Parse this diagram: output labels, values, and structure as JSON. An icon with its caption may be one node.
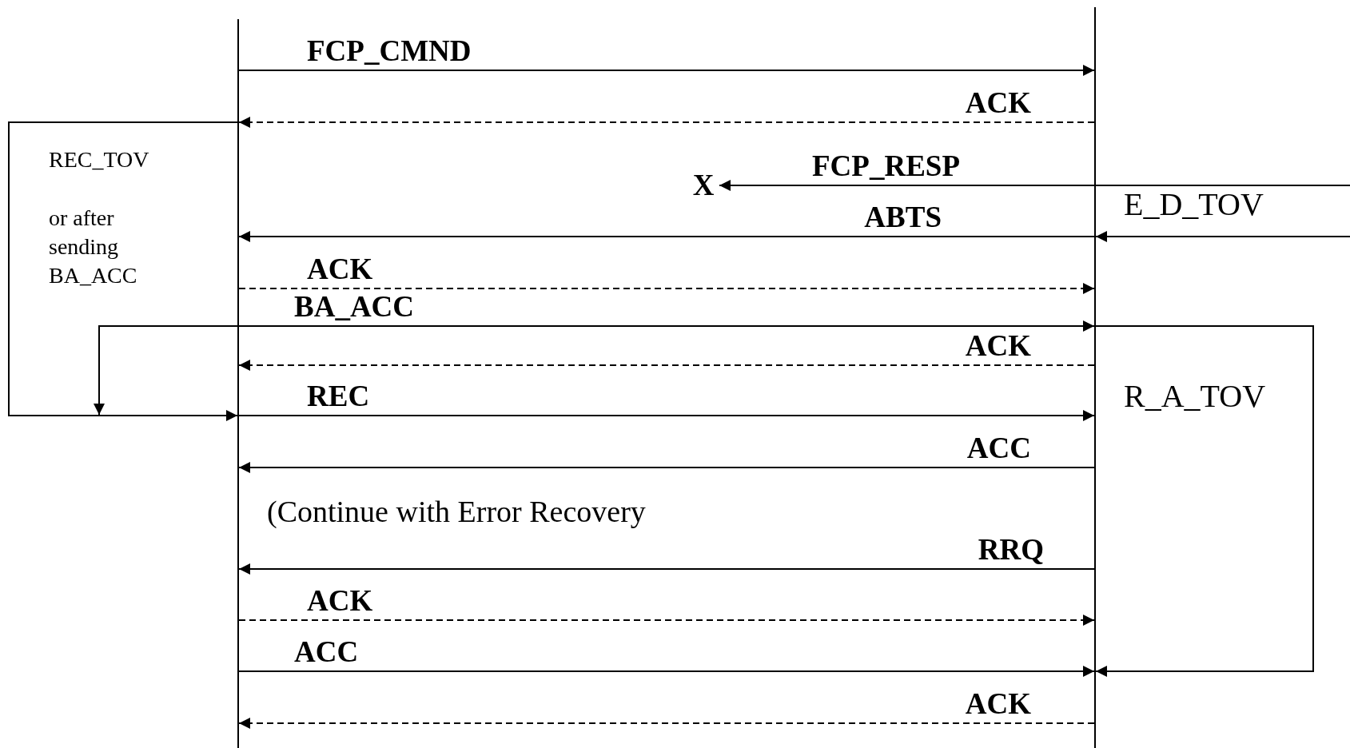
{
  "diagram": {
    "nodes": [
      {
        "text": [],
        "shape": "bar"
      },
      {
        "text": [],
        "shape": "bar"
      },
      {
        "text": [
          "X"
        ]
      }
    ],
    "edges": [
      {
        "from": 0,
        "to": 1,
        "arrow": "to",
        "label": "FCP_CMND"
      },
      {
        "from": 1,
        "to": 0,
        "arrow": "to",
        "label": "ACK",
        "style": "dashed"
      },
      {
        "from": 1,
        "to": 2,
        "arrow": "to",
        "label": "FCP_RESP"
      },
      {
        "from": 1,
        "to": 0,
        "arrow": "to",
        "label": "ABTS"
      },
      {
        "from": 0,
        "to": 1,
        "arrow": "to",
        "label": "ACK",
        "style": "dashed"
      },
      {
        "from": 0,
        "to": 1,
        "arrow": "to",
        "label": "BA_ACC"
      },
      {
        "from": 1,
        "to": 0,
        "arrow": "to",
        "label": "ACK",
        "style": "dashed"
      },
      {
        "from": 0,
        "to": 1,
        "arrow": "to",
        "label": "REC"
      },
      {
        "from": 1,
        "to": 0,
        "arrow": "to",
        "label": "ACC"
      },
      {
        "from": 1,
        "to": 0,
        "arrow": "to",
        "label": "RRQ"
      },
      {
        "from": 0,
        "to": 1,
        "arrow": "to",
        "label": "ACK",
        "style": "dashed"
      },
      {
        "from": 0,
        "to": 1,
        "arrow": "to",
        "label": "ACC"
      },
      {
        "from": 1,
        "to": 0,
        "arrow": "to",
        "label": "ACK",
        "style": "dashed"
      },
      {
        "from": 0,
        "to": 0,
        "arrow": "to"
      },
      {
        "from": null,
        "to": 1,
        "arrow": "to"
      },
      {
        "from": 1,
        "to": 1,
        "arrow": "to"
      }
    ],
    "labels": [
      "REC_TOV",
      "or after sending BA_ACC",
      "E_D_TOV",
      "R_A_TOV",
      "(Continue with Error Recovery"
    ]
  }
}
